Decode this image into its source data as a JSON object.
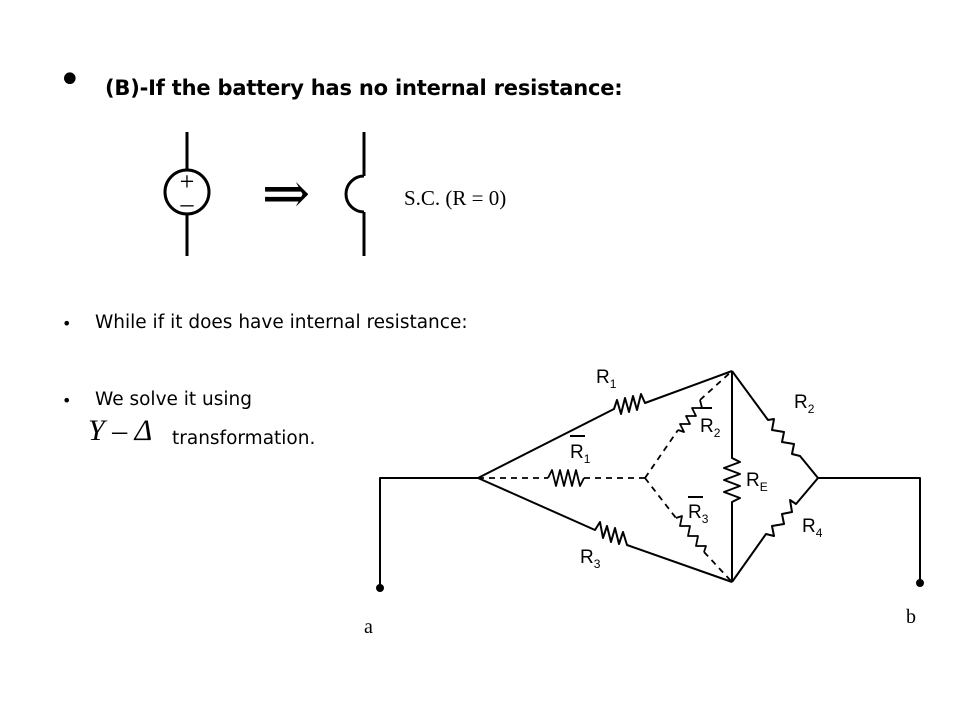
{
  "slide": {
    "heading": "(B)-If the battery has no internal resistance:",
    "bullets": [
      "While if it does have internal resistance:",
      "We solve it using"
    ],
    "formula": "Y – Δ",
    "transformation": "transformation.",
    "symbol_diagram": {
      "plus": "+",
      "minus": "–",
      "arrow": "⇒",
      "short_circuit_label": "S.C. (R = 0)"
    },
    "bridge": {
      "r1_main": "R",
      "r1_main_sub": "1",
      "r1_bar": "R",
      "r1_bar_sub": "1",
      "r2_bar": "R",
      "r2_bar_sub": "2",
      "r2_main": "R",
      "r2_main_sub": "2",
      "re": "R",
      "re_sub": "E",
      "r3_bar": "R",
      "r3_bar_sub": "3",
      "r4": "R",
      "r4_sub": "4",
      "r3_main": "R",
      "r3_main_sub": "3",
      "terminal_a": "a",
      "terminal_b": "b"
    }
  }
}
